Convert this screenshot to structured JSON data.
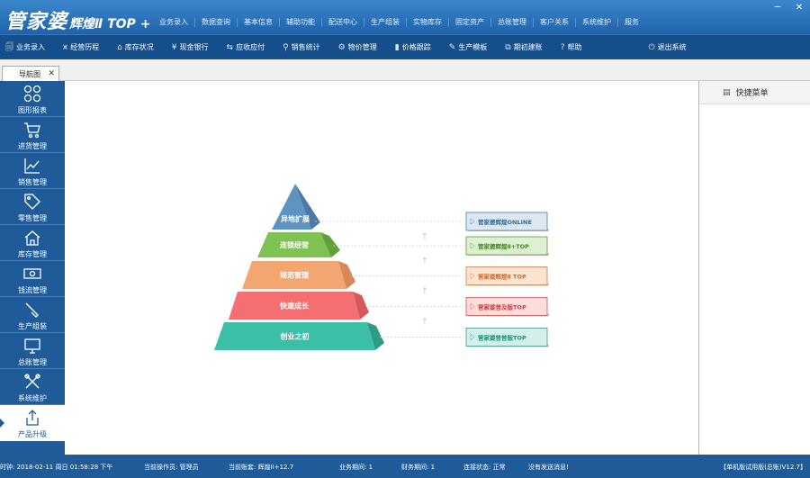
{
  "app": {
    "logo_main": "管家婆",
    "logo_sub": "辉煌Ⅱ TOP +",
    "top_menu": [
      "业务录入",
      "数据查询",
      "基本信息",
      "辅助功能",
      "配送中心",
      "生产组装",
      "实物库存",
      "固定资产",
      "总账管理",
      "客户关系",
      "系统维护",
      "服务"
    ],
    "window_controls": {
      "minimize": "─",
      "close": "✕"
    }
  },
  "toolbar": [
    {
      "icon": "document-icon",
      "glyph": "🗐",
      "label": "业务录入"
    },
    {
      "icon": "chart-icon",
      "glyph": "⩙",
      "label": "经营历程"
    },
    {
      "icon": "warehouse-icon",
      "glyph": "⌂",
      "label": "库存状况"
    },
    {
      "icon": "yen-icon",
      "glyph": "¥",
      "label": "现金银行"
    },
    {
      "icon": "transfer-icon",
      "glyph": "⇆",
      "label": "应收应付"
    },
    {
      "icon": "search-icon",
      "glyph": "⚲",
      "label": "销售统计"
    },
    {
      "icon": "gear-icon",
      "glyph": "⚙",
      "label": "物价管理"
    },
    {
      "icon": "bar-chart-icon",
      "glyph": "▮",
      "label": "价格跟踪"
    },
    {
      "icon": "wrench-icon",
      "glyph": "✎",
      "label": "生产模板"
    },
    {
      "icon": "external-icon",
      "glyph": "⧉",
      "label": "期初建账"
    },
    {
      "icon": "help-icon",
      "glyph": "?",
      "label": "帮助"
    },
    {
      "icon": "power-icon",
      "glyph": "⏻",
      "label": "退出系统"
    }
  ],
  "tab": {
    "label": "导航图",
    "close": "✕"
  },
  "sidebar": [
    {
      "icon": "grid-icon",
      "label": "图形报表"
    },
    {
      "icon": "cart-icon",
      "label": "进货管理"
    },
    {
      "icon": "trend-icon",
      "label": "销售管理"
    },
    {
      "icon": "tag-icon",
      "label": "零售管理"
    },
    {
      "icon": "home-icon",
      "label": "库存管理"
    },
    {
      "icon": "cash-icon",
      "label": "钱流管理"
    },
    {
      "icon": "tools-icon",
      "label": "生产组装"
    },
    {
      "icon": "monitor-icon",
      "label": "总账管理"
    },
    {
      "icon": "wrench-cross-icon",
      "label": "系统维护"
    },
    {
      "icon": "upgrade-icon",
      "label": "产品升级"
    }
  ],
  "pyramid": {
    "levels": [
      "异地扩展",
      "连锁经营",
      "规范管理",
      "快速成长",
      "创业之初"
    ],
    "colors": [
      "#5f94c0",
      "#7dc252",
      "#f3a66f",
      "#f46f72",
      "#3bbfa7"
    ],
    "colors_dark": [
      "#4a7aa3",
      "#5fa23a",
      "#d98955",
      "#d8575b",
      "#2c9c87"
    ],
    "products": [
      "管家婆辉煌ONLINE",
      "管家婆辉煌Ⅱ+TOP",
      "管家婆辉煌Ⅱ TOP",
      "管家婆普及版TOP",
      "管家婆普普版TOP"
    ],
    "product_text_colors": [
      "#3a6b97",
      "#3f8a22",
      "#c96a2c",
      "#c93c40",
      "#1f8e7b"
    ],
    "product_bg": [
      "#dbe8f2",
      "#dff0d2",
      "#fde4d2",
      "#fddcdc",
      "#d3efe9"
    ]
  },
  "quick_menu": {
    "title": "快捷菜单"
  },
  "status": {
    "time": "时钟: 2018-02-11  周日  01:58:28  下午",
    "operator": "当前操作员: 管理员",
    "account": "当前账套: 辉煌II+12.7",
    "business_period": "业务期间: 1",
    "finance_period": "财务期间: 1",
    "connection": "连接状态: 正常",
    "message": "没有发送消息!",
    "version": "【单机版试用版(总账)V12.7】"
  }
}
